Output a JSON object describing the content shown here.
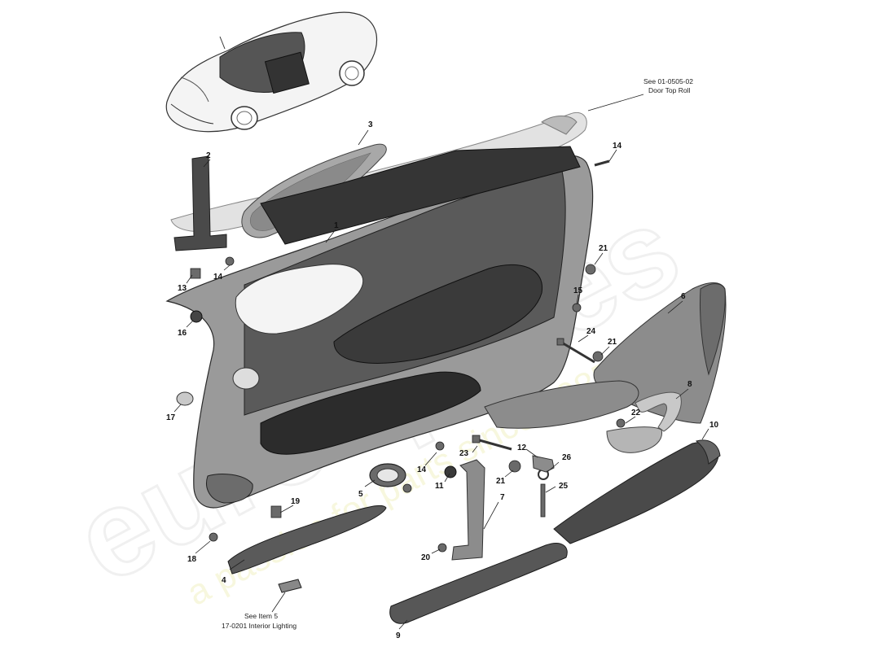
{
  "callouts": [
    {
      "id": "c1",
      "label": "1"
    },
    {
      "id": "c2",
      "label": "2"
    },
    {
      "id": "c3",
      "label": "3"
    },
    {
      "id": "c4",
      "label": "4"
    },
    {
      "id": "c5",
      "label": "5"
    },
    {
      "id": "c6",
      "label": "6"
    },
    {
      "id": "c7",
      "label": "7"
    },
    {
      "id": "c8",
      "label": "8"
    },
    {
      "id": "c9",
      "label": "9"
    },
    {
      "id": "c10",
      "label": "10"
    },
    {
      "id": "c11",
      "label": "11"
    },
    {
      "id": "c12",
      "label": "12"
    },
    {
      "id": "c13",
      "label": "13"
    },
    {
      "id": "c14a",
      "label": "14"
    },
    {
      "id": "c14b",
      "label": "14"
    },
    {
      "id": "c14c",
      "label": "14"
    },
    {
      "id": "c15",
      "label": "15"
    },
    {
      "id": "c16",
      "label": "16"
    },
    {
      "id": "c17",
      "label": "17"
    },
    {
      "id": "c18",
      "label": "18"
    },
    {
      "id": "c19",
      "label": "19"
    },
    {
      "id": "c20",
      "label": "20"
    },
    {
      "id": "c21a",
      "label": "21"
    },
    {
      "id": "c21b",
      "label": "21"
    },
    {
      "id": "c21c",
      "label": "21"
    },
    {
      "id": "c22",
      "label": "22"
    },
    {
      "id": "c23",
      "label": "23"
    },
    {
      "id": "c24",
      "label": "24"
    },
    {
      "id": "c25",
      "label": "25"
    },
    {
      "id": "c26",
      "label": "26"
    }
  ],
  "notes": {
    "door_top_roll": {
      "line1": "See 01-0505-02",
      "line2": "Door Top Roll"
    },
    "interior_lighting": {
      "line1": "See Item 5",
      "line2": "17-0201 Interior Lighting"
    }
  },
  "watermark": {
    "brand": "eurospares",
    "tagline": "a passion for parts since 1985"
  },
  "colors": {
    "part_dark": "#4a4a4a",
    "part_mid": "#8c8c8c",
    "part_light": "#c8c8c8",
    "watermark_text": "#f2f2c4"
  }
}
